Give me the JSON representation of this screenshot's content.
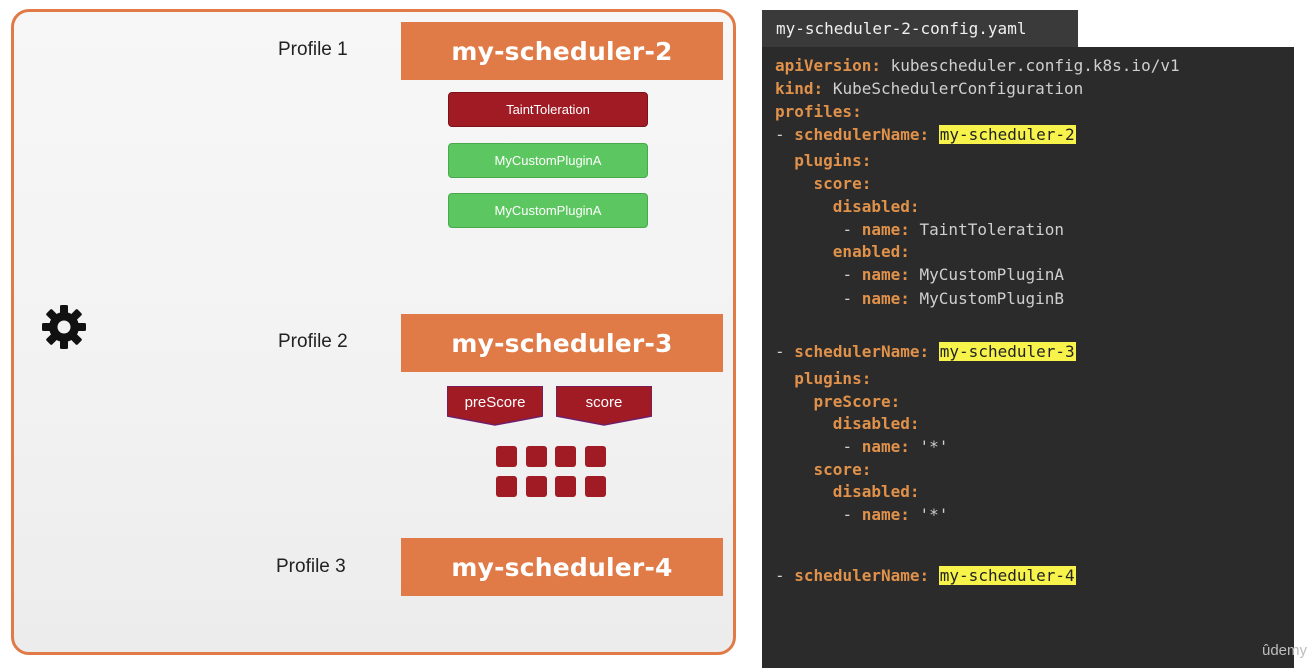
{
  "diagram": {
    "profiles": [
      {
        "label": "Profile 1",
        "scheduler": "my-scheduler-2"
      },
      {
        "label": "Profile 2",
        "scheduler": "my-scheduler-3"
      },
      {
        "label": "Profile 3",
        "scheduler": "my-scheduler-4"
      }
    ],
    "profile1_plugins": [
      "TaintToleration",
      "MyCustomPluginA",
      "MyCustomPluginA"
    ],
    "profile2_stages": [
      "preScore",
      "score"
    ],
    "colors": {
      "orange": "#e07b47",
      "red": "#a11b25",
      "green": "#5cc760"
    }
  },
  "code": {
    "filename": "my-scheduler-2-config.yaml",
    "apiVersion_key": "apiVersion:",
    "apiVersion_val": "kubescheduler.config.k8s.io/v1",
    "kind_key": "kind:",
    "kind_val": "KubeSchedulerConfiguration",
    "profiles_key": "profiles:",
    "dash": "-",
    "schedulerName_key": "schedulerName:",
    "s2": "my-scheduler-2",
    "s3": "my-scheduler-3",
    "s4": "my-scheduler-4",
    "plugins_key": "plugins:",
    "score_key": "score:",
    "prescore_key": "preScore:",
    "disabled_key": "disabled:",
    "enabled_key": "enabled:",
    "name_key": "name:",
    "taint": "TaintToleration",
    "pluginA": "MyCustomPluginA",
    "pluginB": "MyCustomPluginB",
    "star": "'*'"
  },
  "watermark": "ûdemy"
}
